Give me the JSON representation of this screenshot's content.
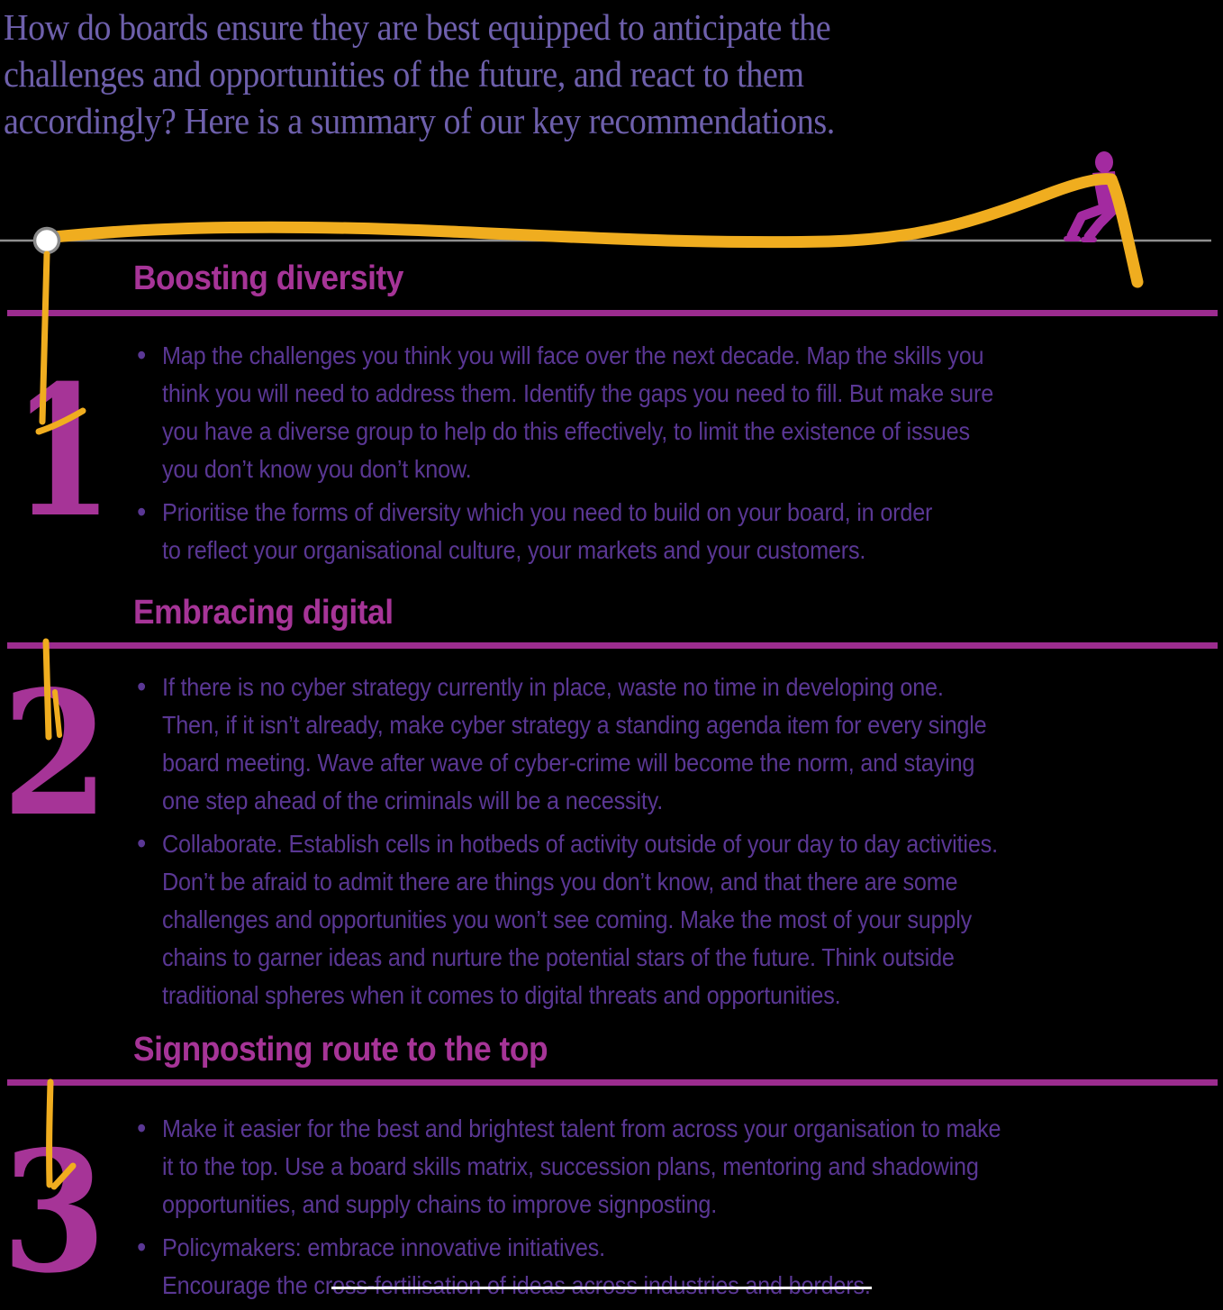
{
  "page": {
    "background": "#000000",
    "intro": "How do boards ensure they are best equipped to anticipate the\nchallenges and opportunities of the future, and react to them\naccordingly? Here is a summary of our key recommendations."
  },
  "colors": {
    "magenta_accent": "#a63497",
    "divider_magenta": "#9c2c8f",
    "body_purple": "#5a3794",
    "intro_purple": "#6e60ac",
    "rope_yellow": "#f0ad1f",
    "figure_magenta": "#a32aa0",
    "ground_gray": "#8f8f8f",
    "pulley_white": "#ffffff"
  },
  "illustration": {
    "rope_icon": "yellow-rope-line",
    "figure_icon": "person-pulling-rope",
    "anchor_icon": "pulley-ring",
    "ground_icon": "ground-line",
    "threads": [
      "thread-to-1",
      "thread-to-2",
      "thread-to-3"
    ]
  },
  "sections": [
    {
      "number": "1",
      "heading": "Boosting diversity",
      "bullets": [
        "Map the challenges you think you will face over the next decade. Map the skills you\nthink you will need to address them. Identify the gaps you need to fill. But make sure\nyou have a diverse group to help do this effectively, to limit the existence of issues\nyou don’t know you don’t know.",
        "Prioritise the forms of diversity which you need to build on your board, in order\nto reflect your organisational culture, your markets and your customers."
      ]
    },
    {
      "number": "2",
      "heading": "Embracing digital",
      "bullets": [
        "If there is no cyber strategy currently in place, waste no time in developing one.\nThen, if it isn’t already, make cyber strategy a standing agenda item for every single\nboard meeting. Wave after wave of cyber-crime will become the norm, and staying\none step ahead of the criminals will be a necessity.",
        "Collaborate. Establish cells in hotbeds of activity outside of your day to day activities.\nDon’t be afraid to admit there are things you don’t know, and that there are some\nchallenges and opportunities you won’t see coming. Make the most of your supply\nchains to garner ideas and nurture the potential stars of the future. Think outside\ntraditional spheres when it comes to digital threats and opportunities."
      ]
    },
    {
      "number": "3",
      "heading": "Signposting route to the top",
      "bullets": [
        "Make it easier for the best and brightest talent from across your organisation to make\nit to the top. Use a board skills matrix, succession plans, mentoring and shadowing\nopportunities, and supply chains to improve signposting.",
        "Policymakers: embrace innovative initiatives.\nEncourage the cross-fertilisation of ideas across industries and borders."
      ]
    }
  ]
}
